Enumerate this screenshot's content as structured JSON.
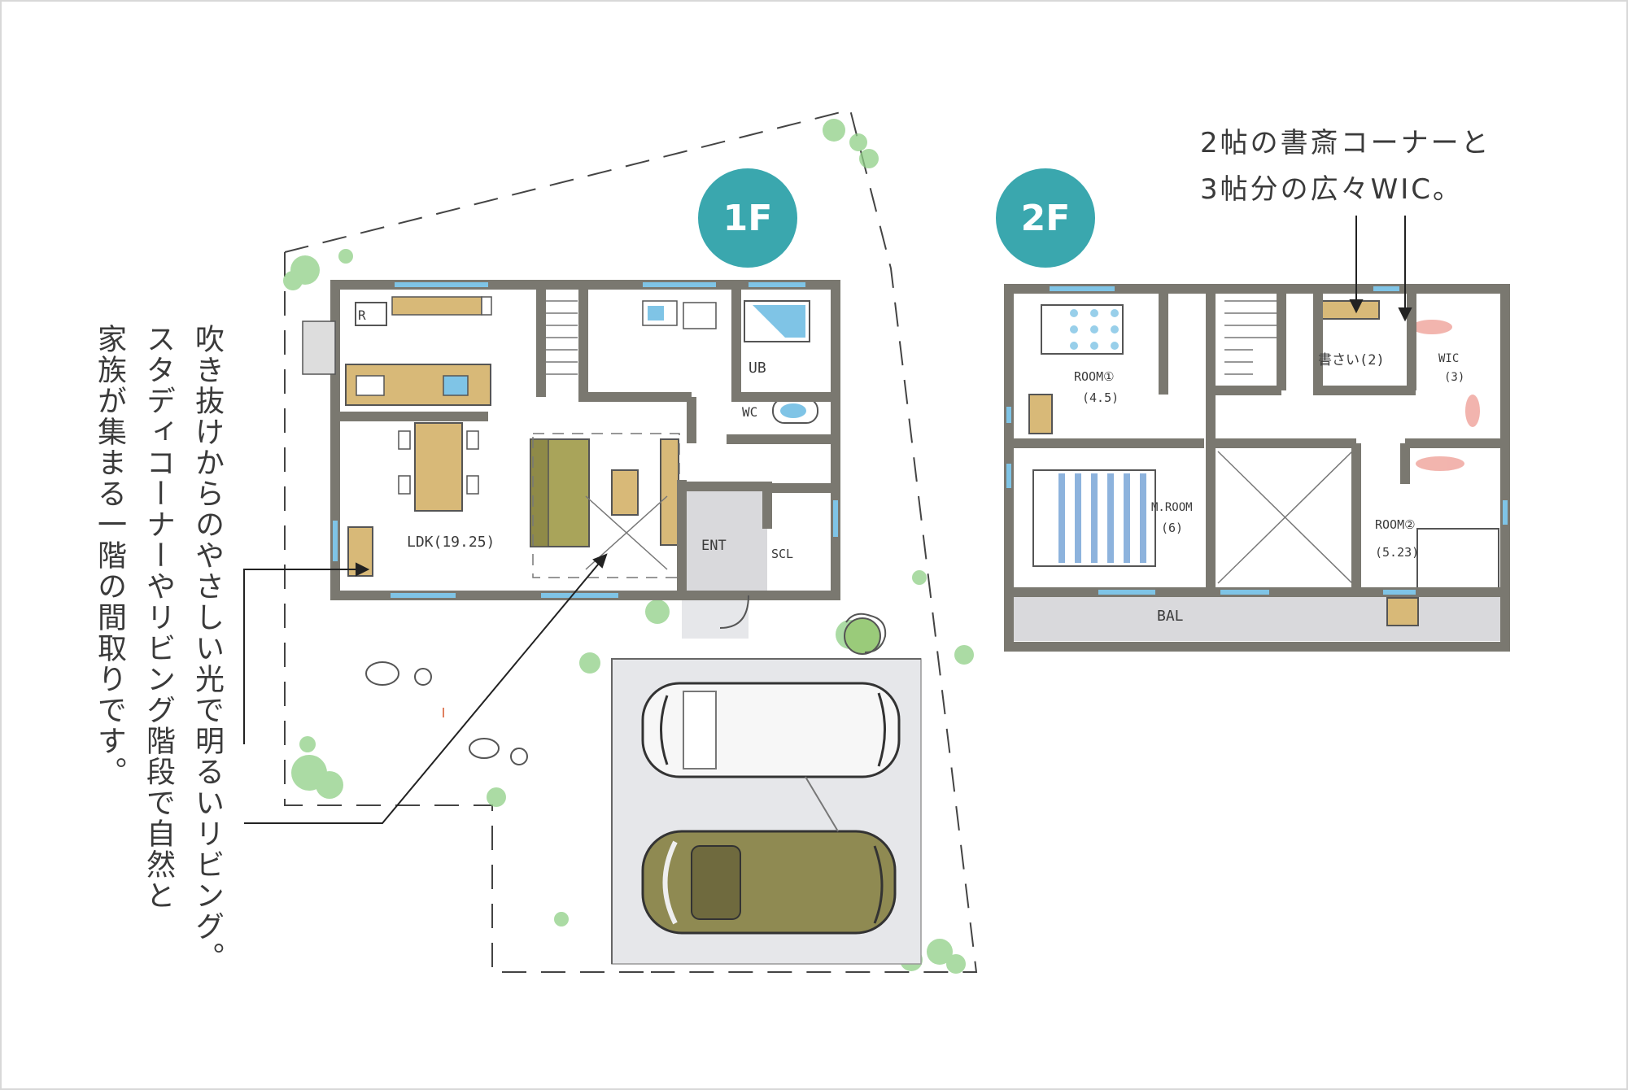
{
  "floors": {
    "first": {
      "badge": "1F"
    },
    "second": {
      "badge": "2F"
    }
  },
  "annotations": {
    "living": {
      "lines": [
        "吹き抜けからのやさしい光で明るいリビング。",
        "スタディコーナーやリビング階段で自然と",
        "家族が集まる一階の間取りです。"
      ]
    },
    "study": {
      "lines": [
        "2帖の書斎コーナーと",
        "3帖分の広々WIC。"
      ]
    }
  },
  "rooms": {
    "first": {
      "ldk": "LDK(19.25)",
      "ub": "UB",
      "wc": "WC",
      "ent": "ENT",
      "scl": "SCL",
      "fridge": "R"
    },
    "second": {
      "room1": "ROOM①",
      "room1_size": "(4.5)",
      "mroom": "M.ROOM",
      "mroom_size": "(6)",
      "study": "書さい(2)",
      "wic": "WIC",
      "wic_size": "(3)",
      "room2": "ROOM②",
      "room2_size": "(5.23)",
      "bal": "BAL"
    }
  },
  "colors": {
    "badge": "#3aa7ae",
    "wall": "#7a7870",
    "wood": "#d8b978",
    "sofa": "#a9a45a",
    "water": "#7fc4e6",
    "green": "#8fcf86",
    "pink": "#f0a8a0"
  }
}
